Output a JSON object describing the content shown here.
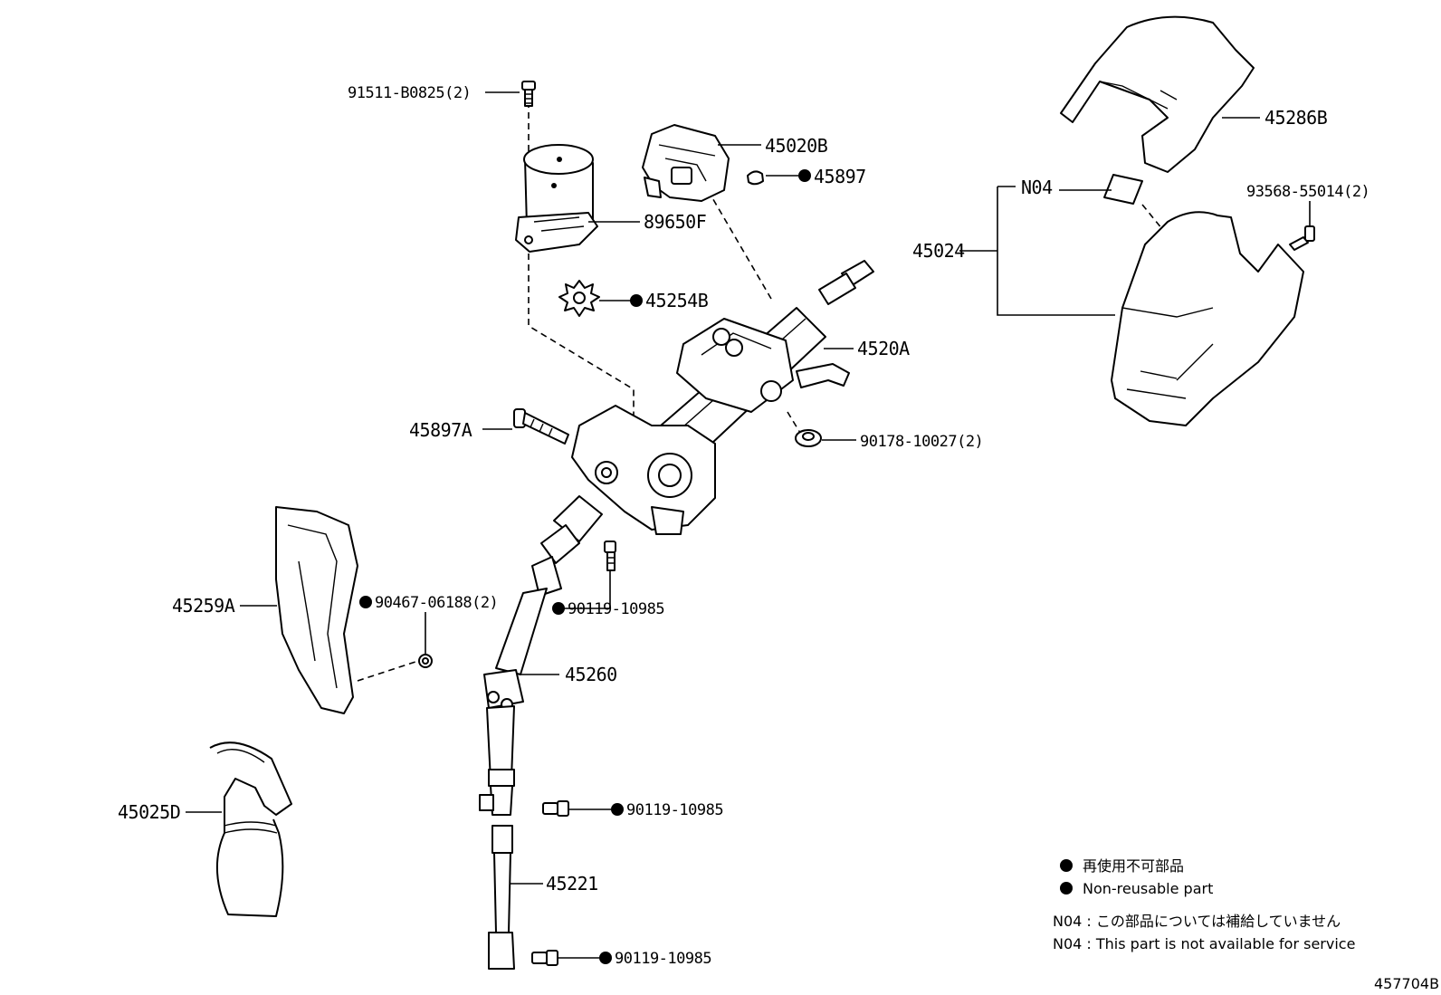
{
  "diagram_id": "457704B",
  "labels": {
    "p91511": "91511-B0825(2)",
    "p45020B": "45020B",
    "p45897": "45897",
    "p89650F": "89650F",
    "p45254B": "45254B",
    "p4520A": "4520A",
    "p45897A": "45897A",
    "p90178": "90178-10027(2)",
    "p45259A": "45259A",
    "p90467": "90467-06188(2)",
    "p90119a": "90119-10985",
    "p45260": "45260",
    "p45025D": "45025D",
    "p90119b": "90119-10985",
    "p45221": "45221",
    "p90119c": "90119-10985",
    "p45286B": "45286B",
    "pN04": "N04",
    "p93568": "93568-55014(2)",
    "p45024": "45024"
  },
  "legend": {
    "nonreusable_jp": "再使用不可部品",
    "nonreusable_en": "Non-reusable part",
    "n04_jp": "N04 : この部品については補給していません",
    "n04_en": "N04 : This part is not available for service"
  }
}
